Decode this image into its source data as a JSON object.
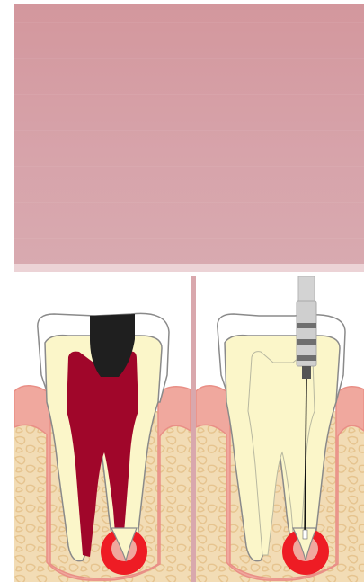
{
  "figure": {
    "panels": [
      {
        "id": "before",
        "state": "infected-tooth"
      },
      {
        "id": "after",
        "state": "root-canal-cleaning"
      }
    ],
    "colors": {
      "top_panel": "#d5a0a7",
      "bone": "#f2dcb5",
      "gum": "#f0a89e",
      "enamel": "#ffffff",
      "dentin": "#fbf6c9",
      "pulp_infected": "#a0062a",
      "decay": "#1f1f1f",
      "abscess": "#ee1c24",
      "instrument": "#c8c8c8"
    }
  }
}
